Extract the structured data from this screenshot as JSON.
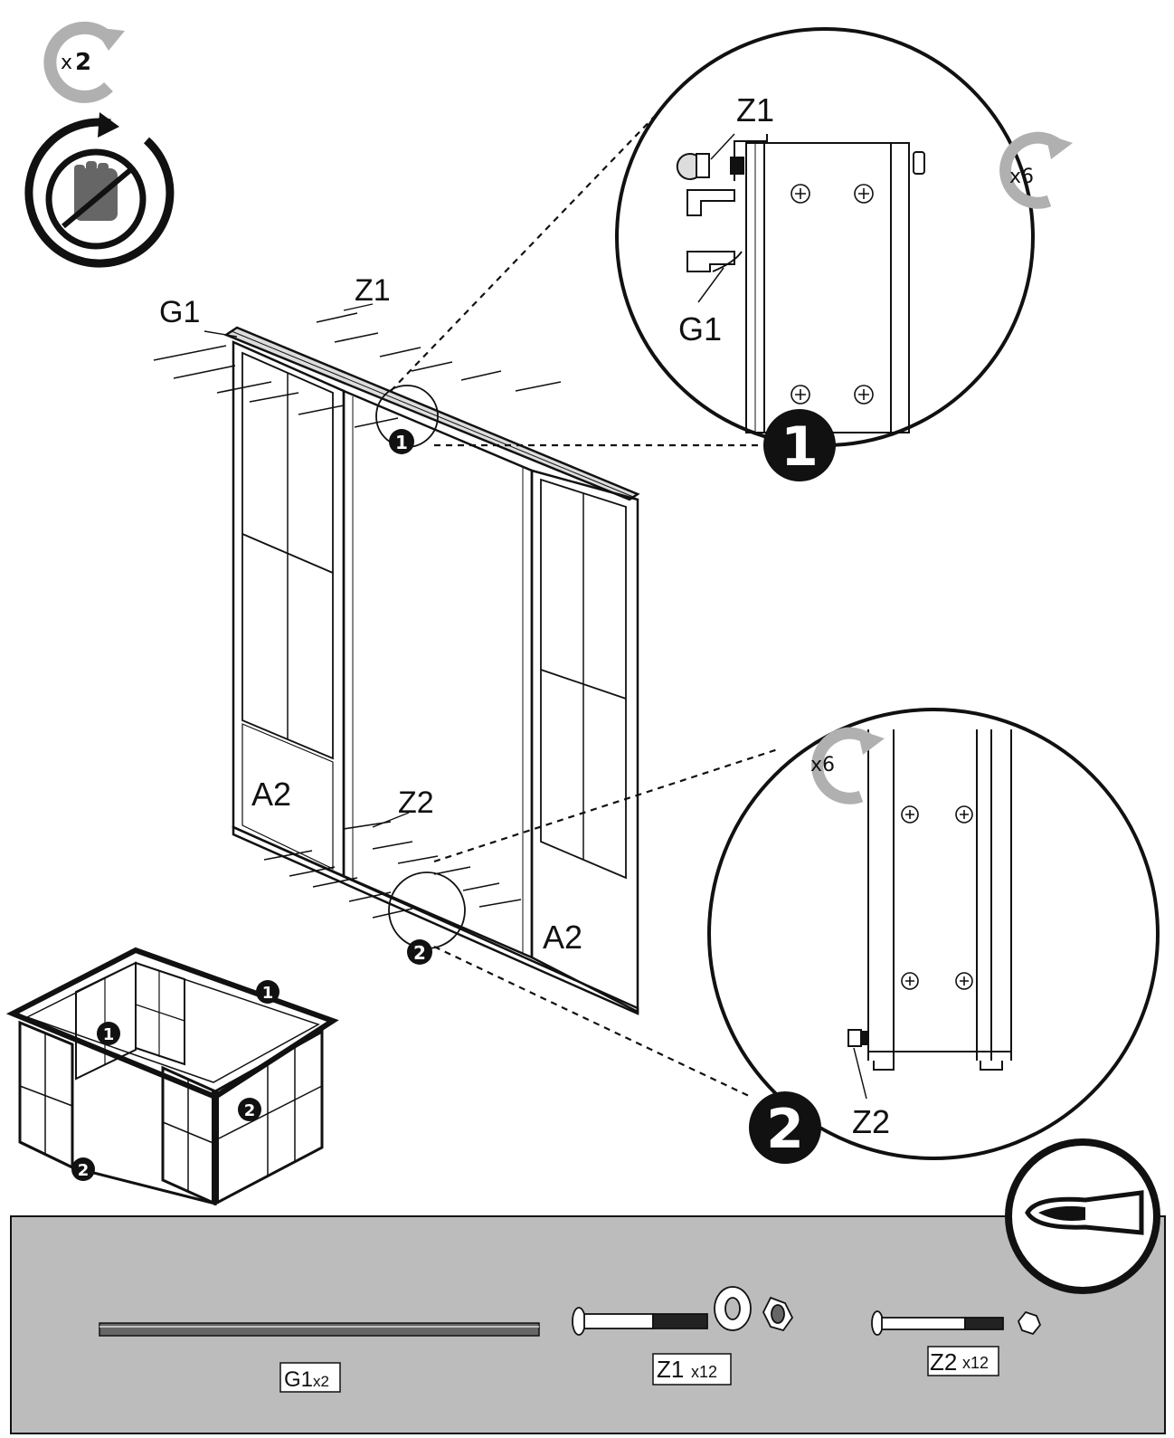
{
  "repeat_step": {
    "multiplier": "x2"
  },
  "no_power_tool_icon": "no-power-drill-icon",
  "labels": {
    "g1": "G1",
    "z1": "Z1",
    "z2": "Z2",
    "a2_left": "A2",
    "a2_right": "A2"
  },
  "detail_1": {
    "number": "1",
    "part_top": "Z1",
    "part_bottom": "G1",
    "multiplier": "x6"
  },
  "detail_2": {
    "number": "2",
    "part": "Z2",
    "multiplier": "x6"
  },
  "small_markers": {
    "one": "1",
    "two": "2"
  },
  "tool": "phillips-screwdriver-icon",
  "parts": [
    {
      "code": "G1",
      "qty": "x2"
    },
    {
      "code": "Z1",
      "qty": "x12"
    },
    {
      "code": "Z2",
      "qty": "x12"
    }
  ],
  "colors": {
    "tray": "#bcbcbc",
    "rotate_arrow": "#b0b0b0",
    "ink": "#111111"
  }
}
